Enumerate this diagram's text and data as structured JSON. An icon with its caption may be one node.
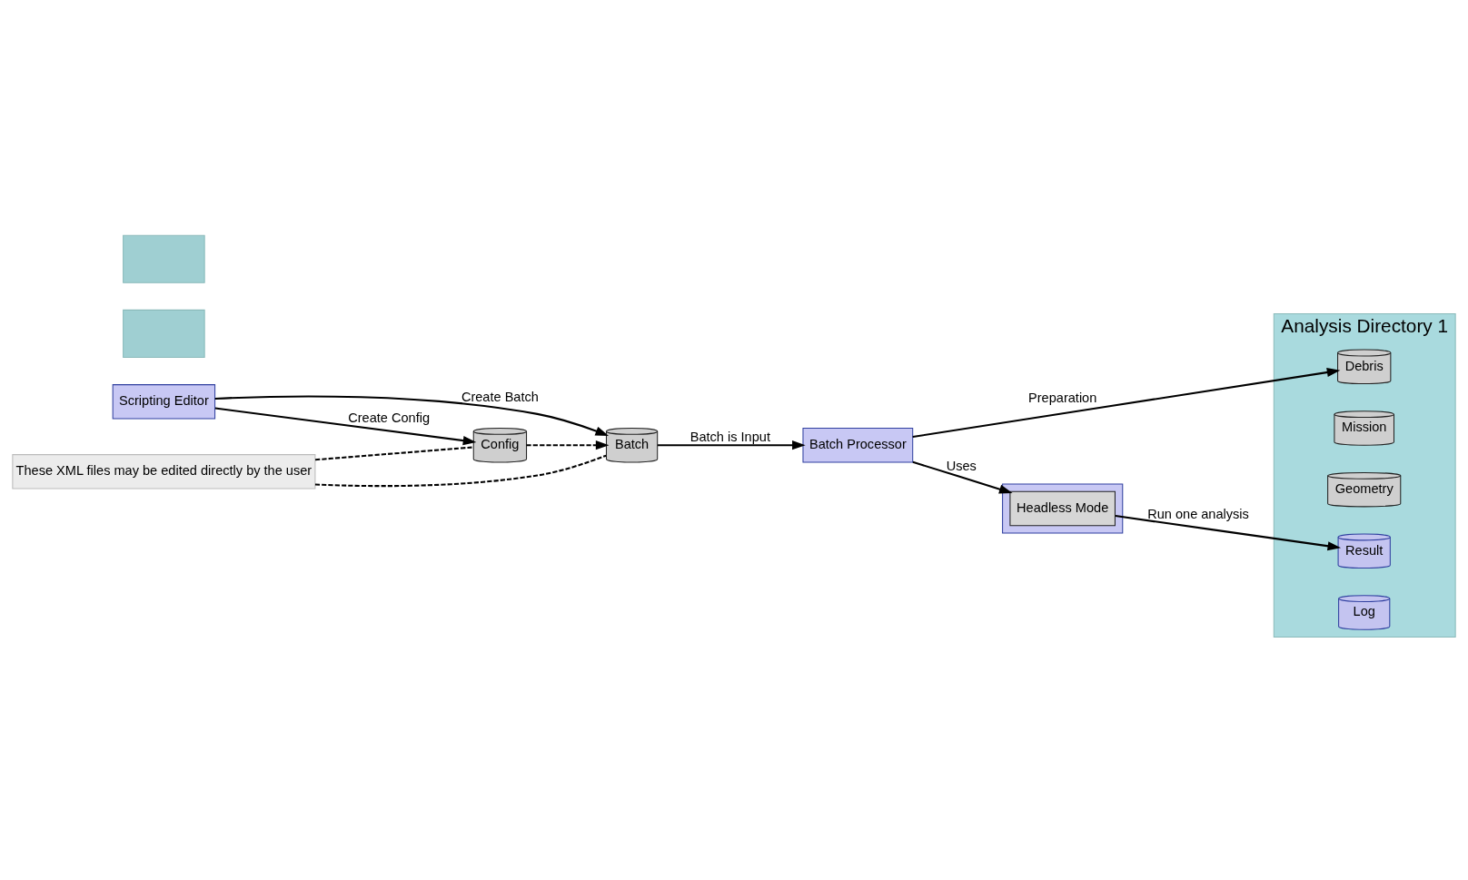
{
  "diagram": {
    "nodes": [
      {
        "text": [
          "Scripting Editor"
        ]
      },
      {
        "text": [
          "Config"
        ]
      },
      {
        "text": [
          "Batch"
        ]
      },
      {
        "text": [
          "These XML files may be edited directly by the user"
        ]
      },
      {
        "text": [
          "Batch Processor"
        ]
      },
      {
        "text": [
          "Analysis Directory 1"
        ]
      },
      {
        "text": [
          "Debris"
        ],
        "in": 5
      },
      {
        "text": [
          "Mission"
        ],
        "in": 5
      },
      {
        "text": [
          "Geometry"
        ],
        "in": 5
      },
      {
        "text": [
          "Result"
        ],
        "in": 5
      },
      {
        "text": [
          "Log"
        ],
        "in": 5
      },
      {
        "text": [],
        "shape": "box"
      },
      {
        "text": [
          "Headless Mode"
        ],
        "in": 11
      },
      {
        "text": [],
        "shape": "box"
      },
      {
        "text": [],
        "shape": "box"
      }
    ],
    "edges": [
      {
        "from": 0,
        "to": 1,
        "arrow": "to",
        "label": "Create Config"
      },
      {
        "from": 1,
        "to": 2,
        "arrow": "to",
        "style": "dashed"
      },
      {
        "from": 0,
        "to": 2,
        "arrow": "to",
        "label": "Create Batch"
      },
      {
        "from": 2,
        "to": 4,
        "arrow": "to",
        "label": "Batch is Input"
      },
      {
        "from": 3,
        "to": 1,
        "arrow": "none",
        "style": "dashed"
      },
      {
        "from": 3,
        "to": 2,
        "arrow": "none",
        "style": "dashed"
      },
      {
        "from": 4,
        "to": 6,
        "arrow": "to",
        "label": "Preparation"
      },
      {
        "from": 4,
        "to": 12,
        "arrow": "to",
        "label": "Uses"
      },
      {
        "from": 12,
        "to": 9,
        "arrow": "to",
        "label": "Run one analysis"
      }
    ]
  }
}
